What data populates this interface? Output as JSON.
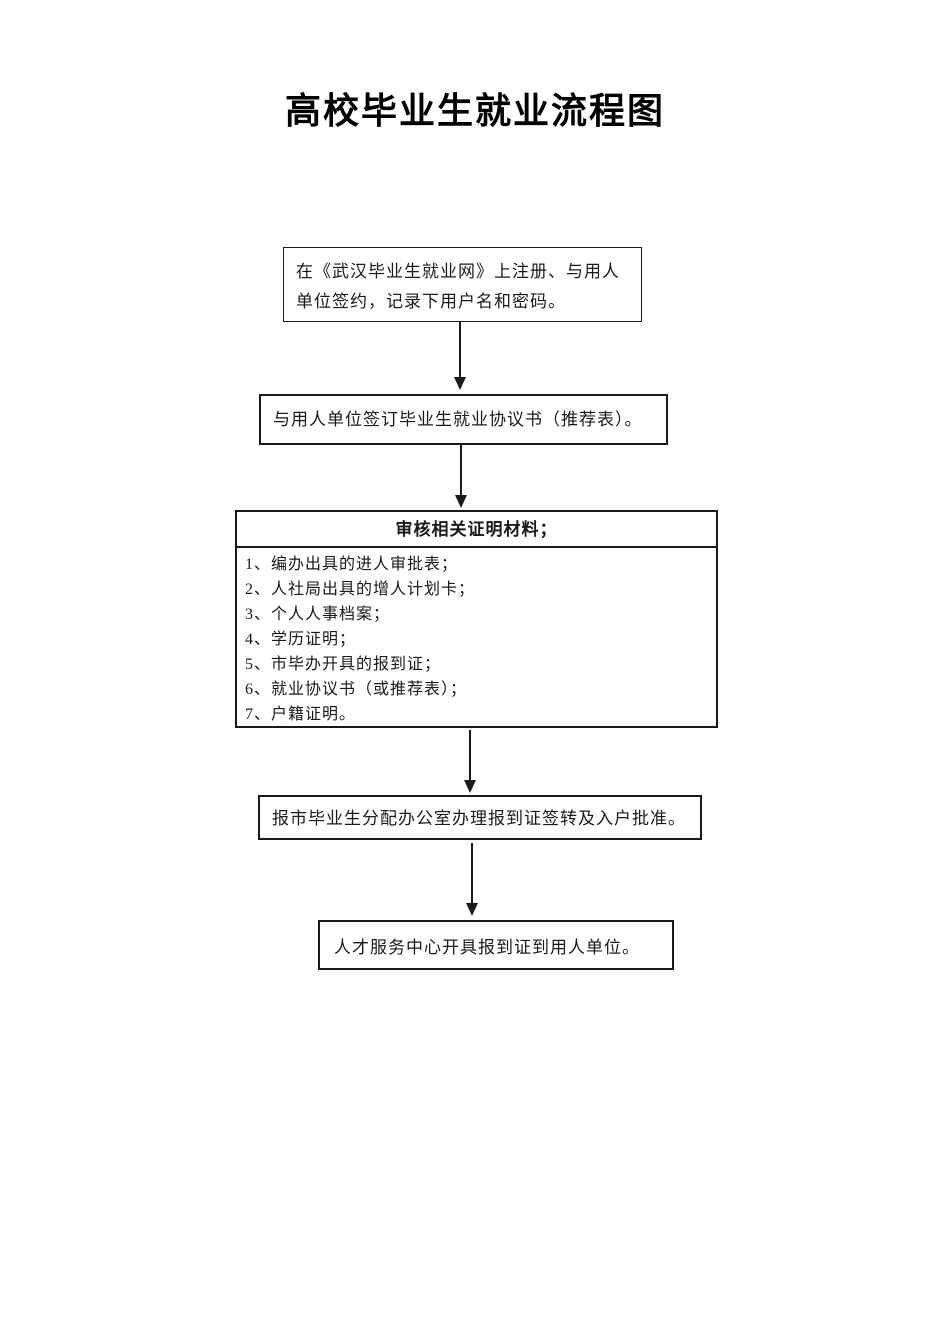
{
  "page": {
    "title": "高校毕业生就业流程图"
  },
  "colors": {
    "background": "#ffffff",
    "border": "#1a1a1a",
    "text": "#1a1a1a"
  },
  "flowchart": {
    "nodes": [
      {
        "id": "register",
        "text": "在《武汉毕业生就业网》上注册、与用人单位签约，记录下用户名和密码。"
      },
      {
        "id": "sign-agreement",
        "text": "与用人单位签订毕业生就业协议书（推荐表）。"
      },
      {
        "id": "review-materials",
        "header": "审核相关证明材料；",
        "items": [
          "1、编办出具的进人审批表；",
          "2、人社局出具的增人计划卡；",
          "3、个人人事档案；",
          "4、学历证明；",
          "5、市毕办开具的报到证；",
          "6、就业协议书（或推荐表）；",
          "7、户籍证明。"
        ]
      },
      {
        "id": "report-office",
        "text": "报市毕业生分配办公室办理报到证签转及入户批准。"
      },
      {
        "id": "talent-center",
        "text": "人才服务中心开具报到证到用人单位。"
      }
    ],
    "connector_type": "down-arrow"
  }
}
